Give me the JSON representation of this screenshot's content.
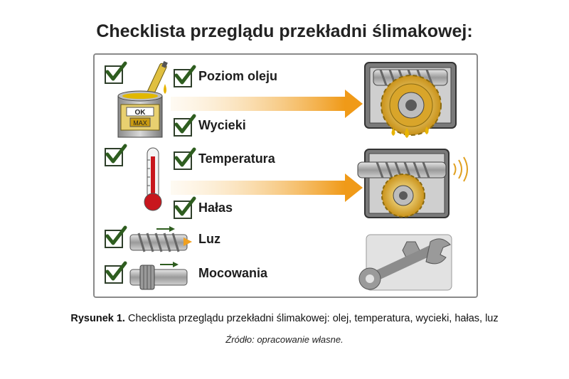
{
  "title": "Checklista przeglądu przekładni ślimakowej:",
  "checklist": [
    {
      "label": "Poziom oleju",
      "checked": true
    },
    {
      "label": "Wycieki",
      "checked": true
    },
    {
      "label": "Temperatura",
      "checked": true
    },
    {
      "label": "Hałas",
      "checked": true
    },
    {
      "label": "Luz",
      "checked": true
    },
    {
      "label": "Mocowania",
      "checked": true
    }
  ],
  "oil_can": {
    "ok_label": "OK",
    "max_label": "MAX"
  },
  "caption": {
    "prefix": "Rysunek 1.",
    "text": " Checklista przeglądu przekładni ślimakowej: olej, temperatura, wycieki, hałas, luz"
  },
  "source": "Źródło: opracowanie własne.",
  "colors": {
    "check": "#2e5d1f",
    "arrow": "#f0a020",
    "gear": "#d9a52a",
    "oil": "#e8b400",
    "thermo": "#c8161d"
  }
}
